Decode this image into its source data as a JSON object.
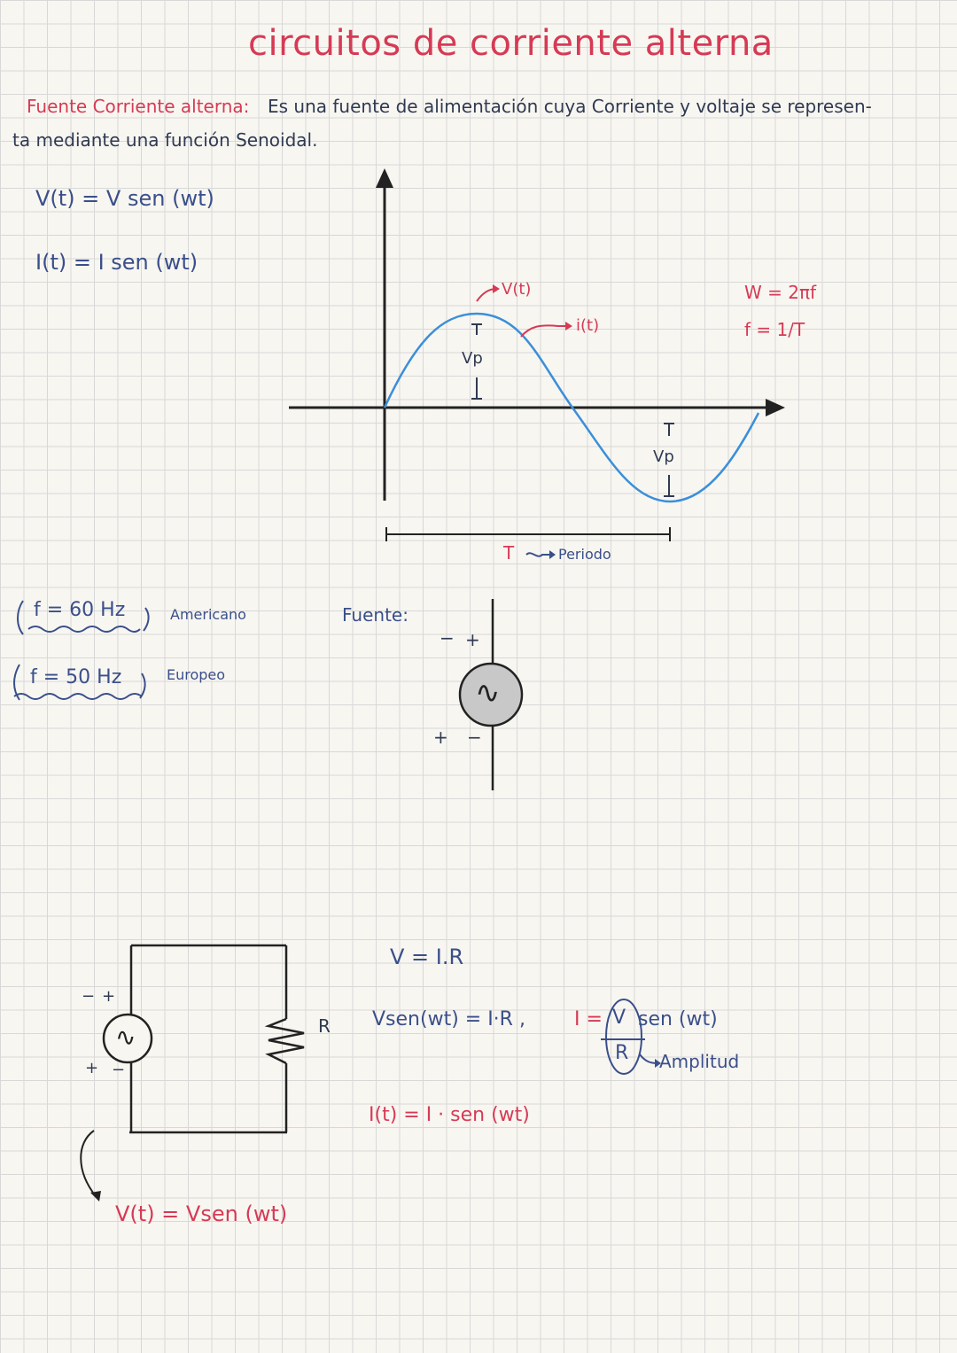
{
  "title": "circuitos de corriente alterna",
  "definition": {
    "term": "Fuente Corriente alterna:",
    "text_line1": "Es una fuente de  alimentación cuya Corriente y voltaje se represen-",
    "text_line2": "ta mediante una función Senoidal."
  },
  "equations_left": {
    "voltage": "V(t) = V sen (wt)",
    "current": "I(t) = I sen (wt)"
  },
  "graph": {
    "label_v": "V(t)",
    "label_i": "i(t)",
    "label_vp_top": "Vp",
    "label_vp_bottom": "Vp",
    "label_T": "T",
    "label_period": "Periodo",
    "tick_T": "T"
  },
  "formulas_right": {
    "omega": "W = 2πf",
    "freq": "f = 1/T"
  },
  "frequencies": {
    "american_value": "f = 60 Hz",
    "american_label": "Americano",
    "european_value": "f = 50 Hz",
    "european_label": "Europeo"
  },
  "source": {
    "label": "Fuente:",
    "plus_top": "+",
    "minus_top": "−",
    "plus_bottom": "+",
    "minus_bottom": "−",
    "symbol": "∿"
  },
  "circuit": {
    "resistor_label": "R",
    "minus_top": "−",
    "plus_top": "+",
    "plus_bottom": "+",
    "minus_bottom": "−",
    "symbol": "∿",
    "source_eq": "V(t) = Vsen (wt)"
  },
  "ohm": {
    "law": "V = I.R",
    "subst": "Vsen(wt) = I·R ,",
    "i_eq_prefix": "I =",
    "i_num": "V",
    "i_den": "R",
    "i_rest": "sen (wt)",
    "amplitude_label": "Amplitud",
    "final": "I(t) = I · sen (wt)"
  },
  "colors": {
    "accent_red": "#d63a55",
    "ink_navy": "#2f3a52",
    "wave_blue": "#3b8fd9",
    "source_fill": "#c8c8c8"
  }
}
